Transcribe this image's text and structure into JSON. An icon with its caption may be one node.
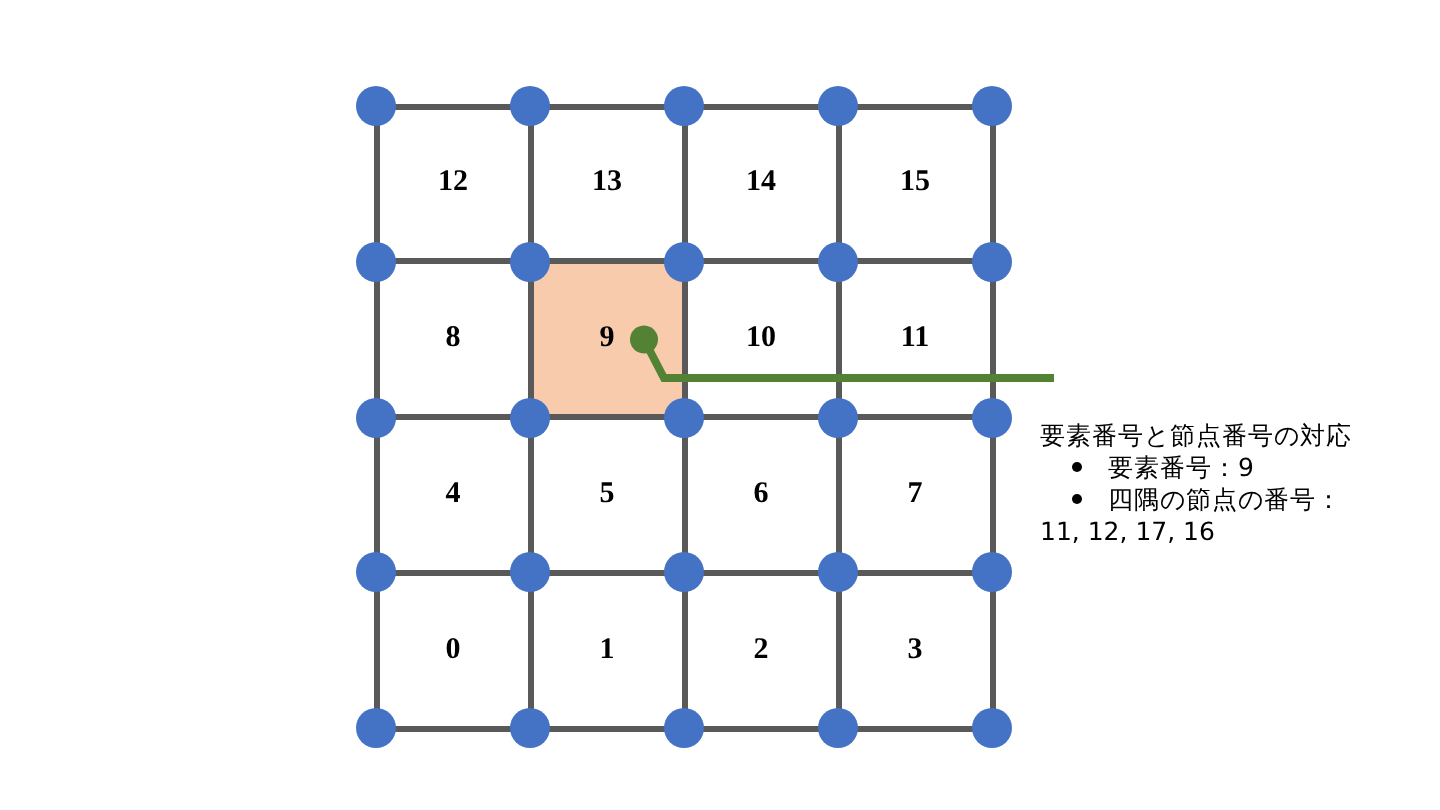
{
  "diagram": {
    "nodes": [
      {
        "text": [
          "12"
        ]
      },
      {
        "text": [
          "13"
        ]
      },
      {
        "text": [
          "14"
        ]
      },
      {
        "text": [
          "15"
        ]
      },
      {
        "text": [
          "8"
        ]
      },
      {
        "text": [
          "9"
        ]
      },
      {
        "text": [
          "10"
        ]
      },
      {
        "text": [
          "11"
        ]
      },
      {
        "text": [
          "4"
        ]
      },
      {
        "text": [
          "5"
        ]
      },
      {
        "text": [
          "6"
        ]
      },
      {
        "text": [
          "7"
        ]
      },
      {
        "text": [
          "0"
        ]
      },
      {
        "text": [
          "1"
        ]
      },
      {
        "text": [
          "2"
        ]
      },
      {
        "text": [
          "3"
        ]
      },
      {
        "text": [],
        "shape": "circle"
      },
      {
        "text": [],
        "shape": "circle"
      },
      {
        "text": [],
        "shape": "circle"
      },
      {
        "text": [],
        "shape": "circle"
      },
      {
        "text": [],
        "shape": "circle"
      },
      {
        "text": [],
        "shape": "circle"
      },
      {
        "text": [],
        "shape": "circle"
      },
      {
        "text": [],
        "shape": "circle"
      },
      {
        "text": [],
        "shape": "circle"
      },
      {
        "text": [],
        "shape": "circle"
      },
      {
        "text": [],
        "shape": "circle"
      },
      {
        "text": [],
        "shape": "circle"
      },
      {
        "text": [],
        "shape": "circle"
      },
      {
        "text": [],
        "shape": "circle"
      },
      {
        "text": [],
        "shape": "circle"
      },
      {
        "text": [],
        "shape": "circle"
      },
      {
        "text": [],
        "shape": "circle"
      },
      {
        "text": [],
        "shape": "circle"
      },
      {
        "text": [],
        "shape": "circle"
      },
      {
        "text": [],
        "shape": "circle"
      },
      {
        "text": [],
        "shape": "circle"
      },
      {
        "text": [],
        "shape": "circle"
      },
      {
        "text": [],
        "shape": "circle"
      },
      {
        "text": [],
        "shape": "circle"
      },
      {
        "text": [],
        "shape": "circle"
      },
      {
        "text": [
          "要素番号と節点番号の対応",
          "要素番号：9",
          "四隅の節点の番号：11, 12, 17, 16"
        ]
      }
    ],
    "edges": [
      {
        "from": 41,
        "to": 5,
        "arrow": "other",
        "color": "#548235"
      }
    ]
  }
}
